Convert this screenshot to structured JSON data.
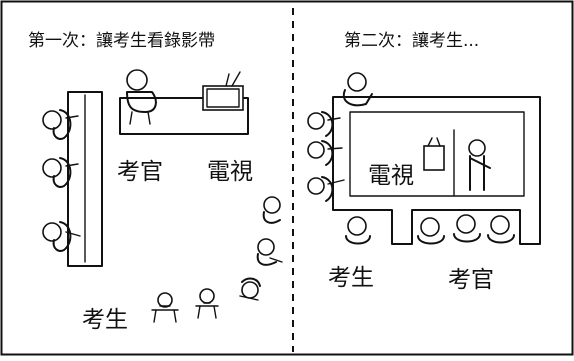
{
  "panels": [
    {
      "title": "第一次：讓考生看錄影帶",
      "labels": {
        "examiner": "考官",
        "tv": "電視",
        "examinees": "考生"
      }
    },
    {
      "title": "第二次：讓考生...",
      "labels": {
        "tv": "電視",
        "examinees": "考生",
        "examiner": "考官"
      }
    }
  ]
}
